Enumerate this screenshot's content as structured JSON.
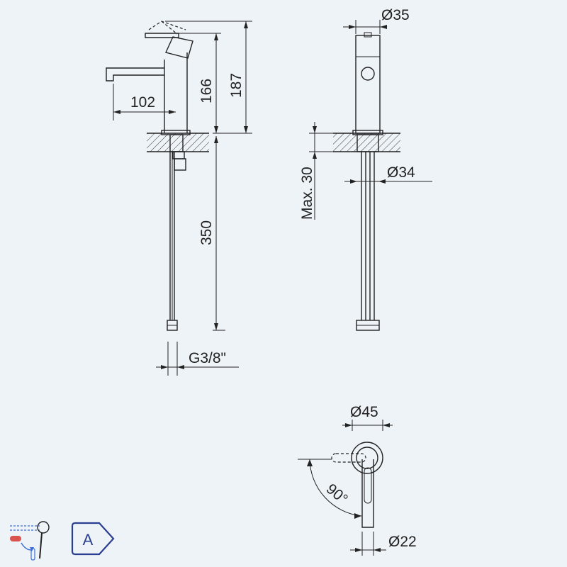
{
  "dimensions": {
    "reach": "102",
    "spout_height": "166",
    "total_height": "187",
    "hose_length": "350",
    "connection_thread": "G3/8\"",
    "top_diameter": "Ø35",
    "deck_thickness": "Max. 30",
    "body_diameter": "Ø34",
    "base_diameter": "Ø45",
    "handle_rotation": "90°",
    "lever_diameter": "Ø22"
  },
  "badges": {
    "energy_class": "A"
  },
  "colors": {
    "background": "#eef3f8",
    "line": "#222222",
    "badge_border": "#2a3f8f",
    "badge_text": "#2a3f8f",
    "hot_accent": "#d9534f",
    "cold_accent": "#3a6fd8"
  },
  "icons": [
    "mixer-handle-icon",
    "energy-class-badge-icon"
  ]
}
